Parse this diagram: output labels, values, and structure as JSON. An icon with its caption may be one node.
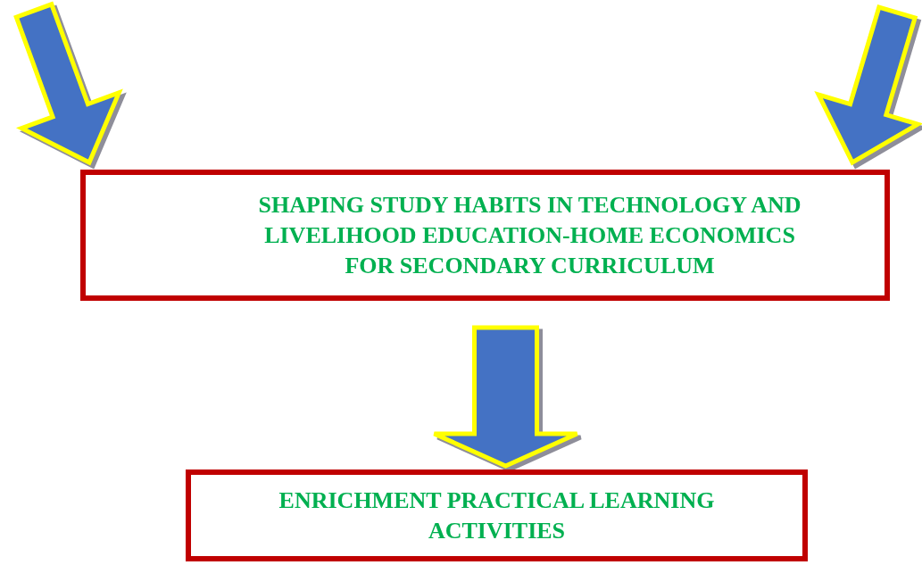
{
  "diagram": {
    "nodes": [
      {
        "text": [
          "SHAPING STUDY HABITS IN TECHNOLOGY AND LIVELIHOOD EDUCATION-HOME ECONOMICS FOR SECONDARY CURRICULUM"
        ]
      },
      {
        "text": [
          "ENRICHMENT PRACTICAL LEARNING ACTIVITIES"
        ]
      }
    ],
    "edges": [
      {
        "from": null,
        "to": 0,
        "arrow": "to"
      },
      {
        "from": null,
        "to": 0,
        "arrow": "to"
      },
      {
        "from": 0,
        "to": 1,
        "arrow": "to"
      }
    ]
  }
}
